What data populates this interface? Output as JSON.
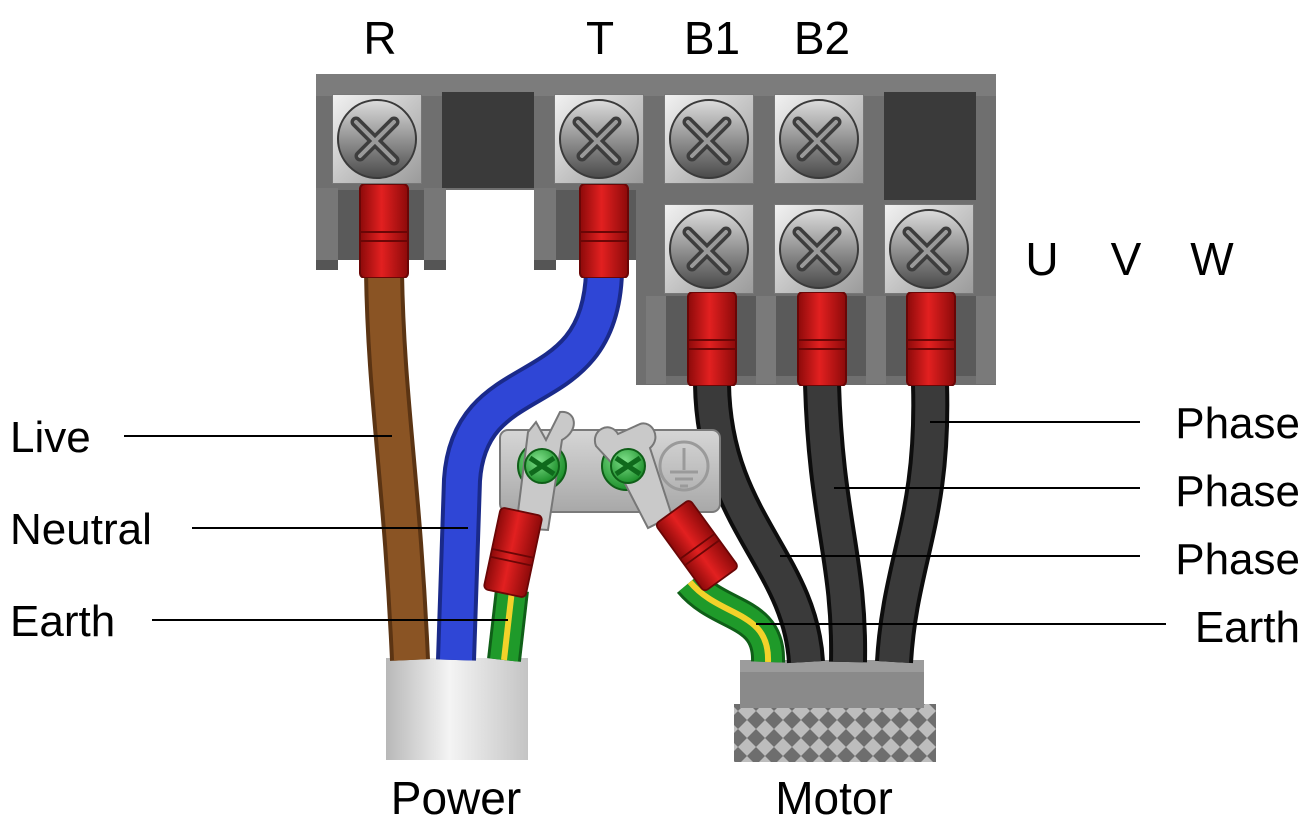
{
  "terminals": {
    "top_row": [
      "R",
      "T",
      "B1",
      "B2"
    ],
    "motor_row": [
      "U",
      "V",
      "W"
    ]
  },
  "left_labels": {
    "live": "Live",
    "neutral": "Neutral",
    "earth": "Earth"
  },
  "right_labels": {
    "phase_1": "Phase",
    "phase_2": "Phase",
    "phase_3": "Phase",
    "earth": "Earth"
  },
  "cables": {
    "power": "Power",
    "motor": "Motor"
  },
  "colors": {
    "live_wire": "#8a5424",
    "neutral_wire": "#2f46d6",
    "earth_green": "#1f9a2a",
    "earth_yellow": "#f2d22a",
    "phase_wire": "#2a2a2a",
    "crimp_red": "#d01818",
    "terminal_block": "#6e6e6e",
    "screw_silver": "#8a8a8a",
    "earth_screw": "#2ea43a"
  },
  "icons": [
    "terminal-screw-icon",
    "earth-ground-icon",
    "earth-screw-icon"
  ]
}
